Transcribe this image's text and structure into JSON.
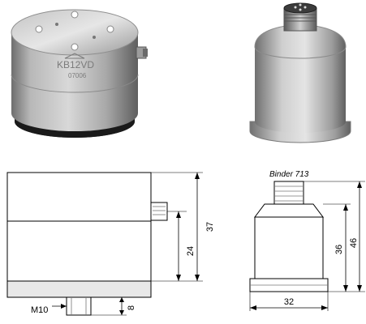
{
  "photo_left": {
    "model_text": "KB12VD",
    "serial_text": "07006"
  },
  "drawing_left": {
    "dim_height_total": "37",
    "dim_height_connector": "24",
    "dim_stud_length": "8",
    "thread_label": "M10"
  },
  "drawing_right": {
    "connector_label": "Binder 713",
    "dim_height_total": "46",
    "dim_height_body": "36",
    "dim_diameter": "32"
  }
}
